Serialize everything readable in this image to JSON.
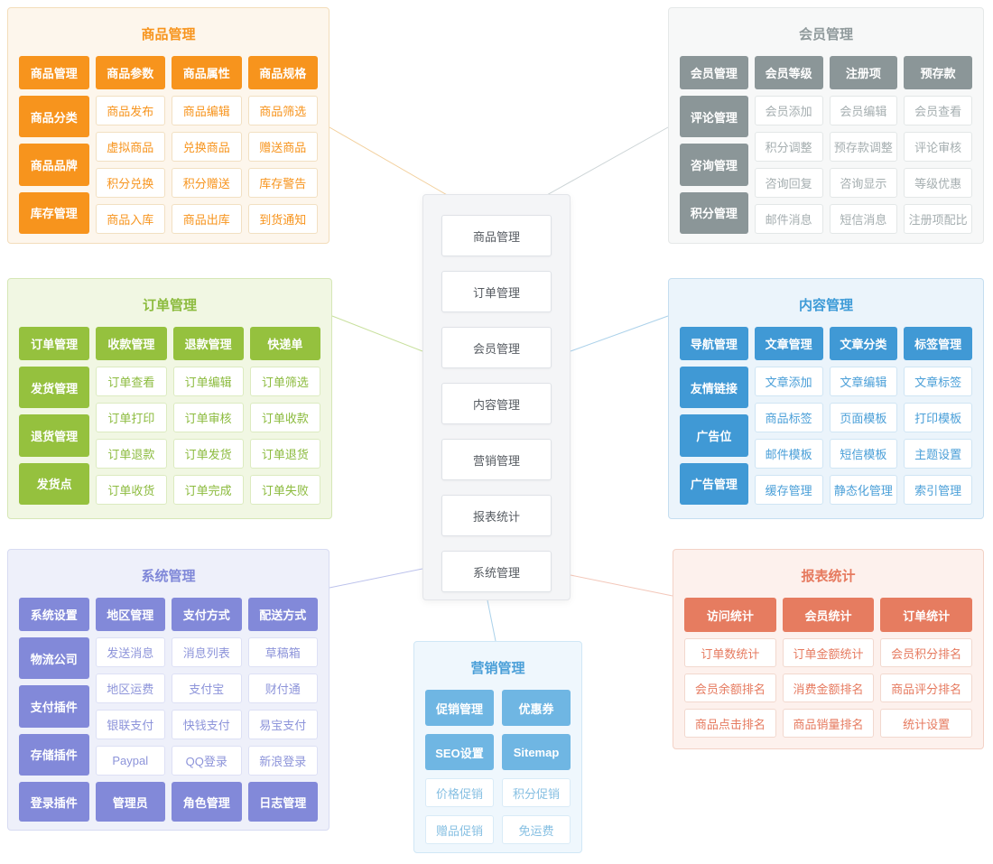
{
  "center": {
    "items": [
      "商品管理",
      "订单管理",
      "会员管理",
      "内容管理",
      "营销管理",
      "报表统计",
      "系统管理"
    ]
  },
  "panels": {
    "product": {
      "title": "商品管理",
      "layout": "split",
      "accent": "#f7941d",
      "top": [
        "商品管理",
        "商品参数",
        "商品属性",
        "商品规格"
      ],
      "left": [
        "商品分类",
        "商品品牌",
        "库存管理"
      ],
      "cells": [
        [
          "商品发布",
          "商品编辑",
          "商品筛选"
        ],
        [
          "虚拟商品",
          "兑换商品",
          "赠送商品"
        ],
        [
          "积分兑换",
          "积分赠送",
          "库存警告"
        ],
        [
          "商品入库",
          "商品出库",
          "到货通知"
        ]
      ]
    },
    "member": {
      "title": "会员管理",
      "layout": "split",
      "accent": "#8b9698",
      "top": [
        "会员管理",
        "会员等级",
        "注册项",
        "预存款"
      ],
      "left": [
        "评论管理",
        "咨询管理",
        "积分管理"
      ],
      "cells": [
        [
          "会员添加",
          "会员编辑",
          "会员查看"
        ],
        [
          "积分调整",
          "预存款调整",
          "评论审核"
        ],
        [
          "咨询回复",
          "咨询显示",
          "等级优惠"
        ],
        [
          "邮件消息",
          "短信消息",
          "注册项配比"
        ]
      ]
    },
    "order": {
      "title": "订单管理",
      "layout": "split",
      "accent": "#95c13e",
      "top": [
        "订单管理",
        "收款管理",
        "退款管理",
        "快递单"
      ],
      "left": [
        "发货管理",
        "退货管理",
        "发货点"
      ],
      "cells": [
        [
          "订单查看",
          "订单编辑",
          "订单筛选"
        ],
        [
          "订单打印",
          "订单审核",
          "订单收款"
        ],
        [
          "订单退款",
          "订单发货",
          "订单退货"
        ],
        [
          "订单收货",
          "订单完成",
          "订单失败"
        ]
      ]
    },
    "content": {
      "title": "内容管理",
      "layout": "split",
      "accent": "#4099d5",
      "top": [
        "导航管理",
        "文章管理",
        "文章分类",
        "标签管理"
      ],
      "left": [
        "友情链接",
        "广告位",
        "广告管理"
      ],
      "cells": [
        [
          "文章添加",
          "文章编辑",
          "文章标签"
        ],
        [
          "商品标签",
          "页面模板",
          "打印模板"
        ],
        [
          "邮件模板",
          "短信模板",
          "主题设置"
        ],
        [
          "缓存管理",
          "静态化管理",
          "索引管理"
        ]
      ]
    },
    "system": {
      "title": "系统管理",
      "layout": "split",
      "accent": "#8289d9",
      "top": [
        "系统设置",
        "地区管理",
        "支付方式",
        "配送方式"
      ],
      "left": [
        "物流公司",
        "支付插件",
        "存储插件"
      ],
      "cells": [
        [
          "发送消息",
          "消息列表",
          "草稿箱"
        ],
        [
          "地区运费",
          "支付宝",
          "财付通"
        ],
        [
          "银联支付",
          "快钱支付",
          "易宝支付"
        ],
        [
          "Paypal",
          "QQ登录",
          "新浪登录"
        ]
      ],
      "bottom": [
        "登录插件",
        "管理员",
        "角色管理",
        "日志管理"
      ]
    },
    "marketing": {
      "title": "营销管理",
      "layout": "rows",
      "accent": "#6fb6e3",
      "rows": [
        {
          "style": "solid",
          "cells": [
            "促销管理",
            "优惠券"
          ]
        },
        {
          "style": "solid",
          "cells": [
            "SEO设置",
            "Sitemap"
          ]
        },
        {
          "style": "line",
          "cells": [
            "价格促销",
            "积分促销"
          ]
        },
        {
          "style": "line",
          "cells": [
            "赠品促销",
            "免运费"
          ]
        }
      ]
    },
    "report": {
      "title": "报表统计",
      "layout": "rows",
      "accent": "#e67c60",
      "rows": [
        {
          "style": "solid",
          "cells": [
            "访问统计",
            "会员统计",
            "订单统计"
          ]
        },
        {
          "style": "line",
          "cells": [
            "订单数统计",
            "订单金额统计",
            "会员积分排名"
          ]
        },
        {
          "style": "line",
          "cells": [
            "会员余额排名",
            "消费金额排名",
            "商品评分排名"
          ]
        },
        {
          "style": "line",
          "cells": [
            "商品点击排名",
            "商品销量排名",
            "统计设置"
          ]
        }
      ]
    }
  }
}
